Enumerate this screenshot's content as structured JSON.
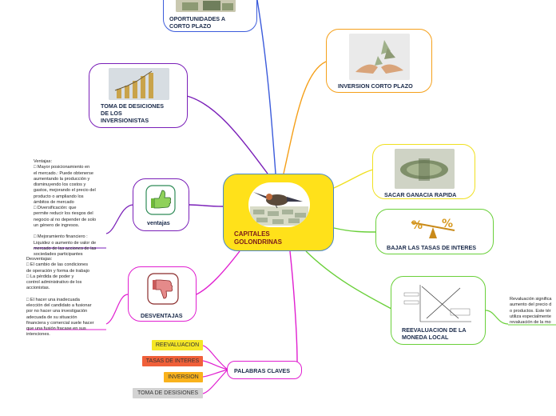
{
  "center": {
    "title": "CAPITALES\nGOLONDRINAS"
  },
  "branches": {
    "oportunidades": "OPORTUNIDADES A\nCORTO PLAZO",
    "inversion_corto": "INVERSION CORTO PLAZO",
    "toma_decisiones": "TOMA DE DESICIONES\nDE LOS\nINVERSIONISTAS",
    "sacar_ganancia": "SACAR GANACIA RAPIDA",
    "ventajas": "ventajas",
    "bajar_tasas": "BAJAR LAS TASAS DE INTERES",
    "desventajas": "DESVENTAJAS",
    "reevaluacion": "REEVALUACION DE LA\nMONEDA LOCAL",
    "palabras_clave": "PALABRAS CLAVES"
  },
  "notes": {
    "ventajas": "Ventajas:\n□      Mayor posicionamiento en\nel mercado.: Puede obtenerse\naumentando la producción y\ndisminuyendo los costos y\ngastos, mejorando el precio del\nproducto o ampliando los\námbitos de mercado\n□      Diversificación: que\npermite reducir los riesgos del\nnegocio al no depender de solo\nun género de ingresos.\n\n□      Mejoramiento financiero :\nLiquidez o aumento de valor de\nmercado de las acciones de las\nsociedades participantes",
    "desventajas": "Desventajas:\n□      El cambio de las condiciones\nde operación y forma de trabajo\n□      La pérdida de poder y\ncontrol administrativo de los\naccionistas.\n\n□      El hacer una inadecuada\nelección del candidato a fusionar\npor no hacer una investigación\nadecuada de su situación\nfinanciera y comercial suele hacer\nque una fusión fracase en sus\nintenciones.",
    "revaluacion": "Revaluación significa\naumento del precio d\no productos. Este tér\nutiliza especialmente\nrevaluación de la mo"
  },
  "keywords": [
    {
      "label": "REEVALUACION",
      "color": "#f5e625"
    },
    {
      "label": "TASAS DE INTERES",
      "color": "#f0603a"
    },
    {
      "label": "INVERSION",
      "color": "#f9b21c"
    },
    {
      "label": "TOMA DE DESISIONES",
      "color": "#d3d3d3"
    }
  ],
  "colors": {
    "blue": "#3b5bdb",
    "orange": "#f5a01a",
    "yellow": "#f0e020",
    "green": "#6ad03a",
    "purple": "#7a1fb8",
    "magenta": "#e01fd0",
    "center_fill": "#ffe11a"
  }
}
